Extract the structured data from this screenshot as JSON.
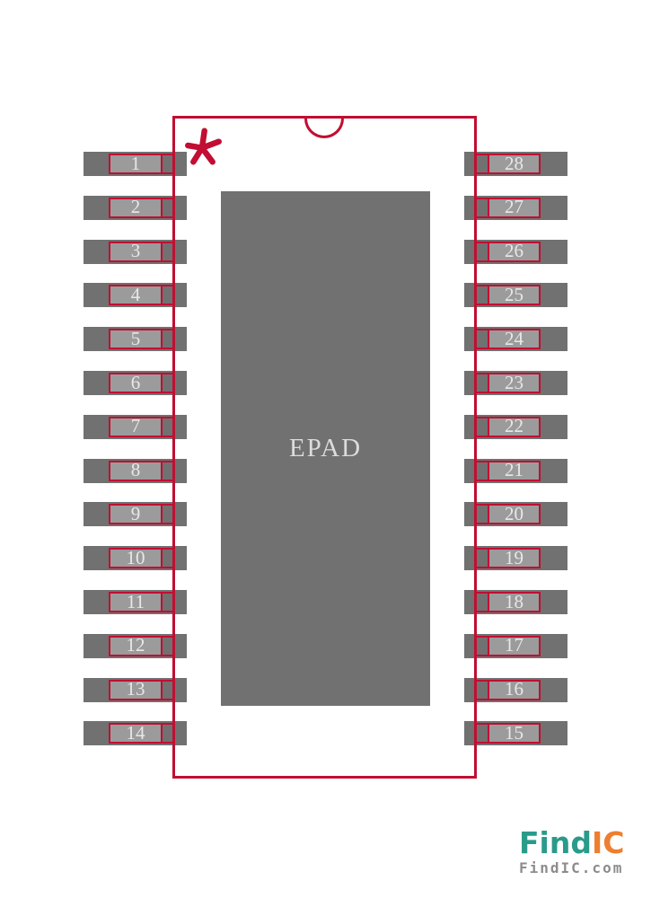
{
  "diagram": {
    "epad_label": "EPAD",
    "pin1_marker_glyph": "*",
    "left_pin_numbers": [
      "1",
      "2",
      "3",
      "4",
      "5",
      "6",
      "7",
      "8",
      "9",
      "10",
      "11",
      "12",
      "13",
      "14"
    ],
    "right_pin_numbers": [
      "28",
      "27",
      "26",
      "25",
      "24",
      "23",
      "22",
      "21",
      "20",
      "19",
      "18",
      "17",
      "16",
      "15"
    ]
  },
  "colors": {
    "red": "#C10E32",
    "pad_gray": "#717171",
    "lead_gray": "#9B9B9B",
    "pin_text": "#E8E8E8",
    "epad_text": "#DCDCDC",
    "logo_teal": "#2A9B8B",
    "logo_orange": "#EE7E30",
    "logo_gray": "#8C8C8C"
  },
  "branding": {
    "logo_part1": "Find",
    "logo_part2": "IC",
    "logo_domain": "FindIC.com"
  }
}
